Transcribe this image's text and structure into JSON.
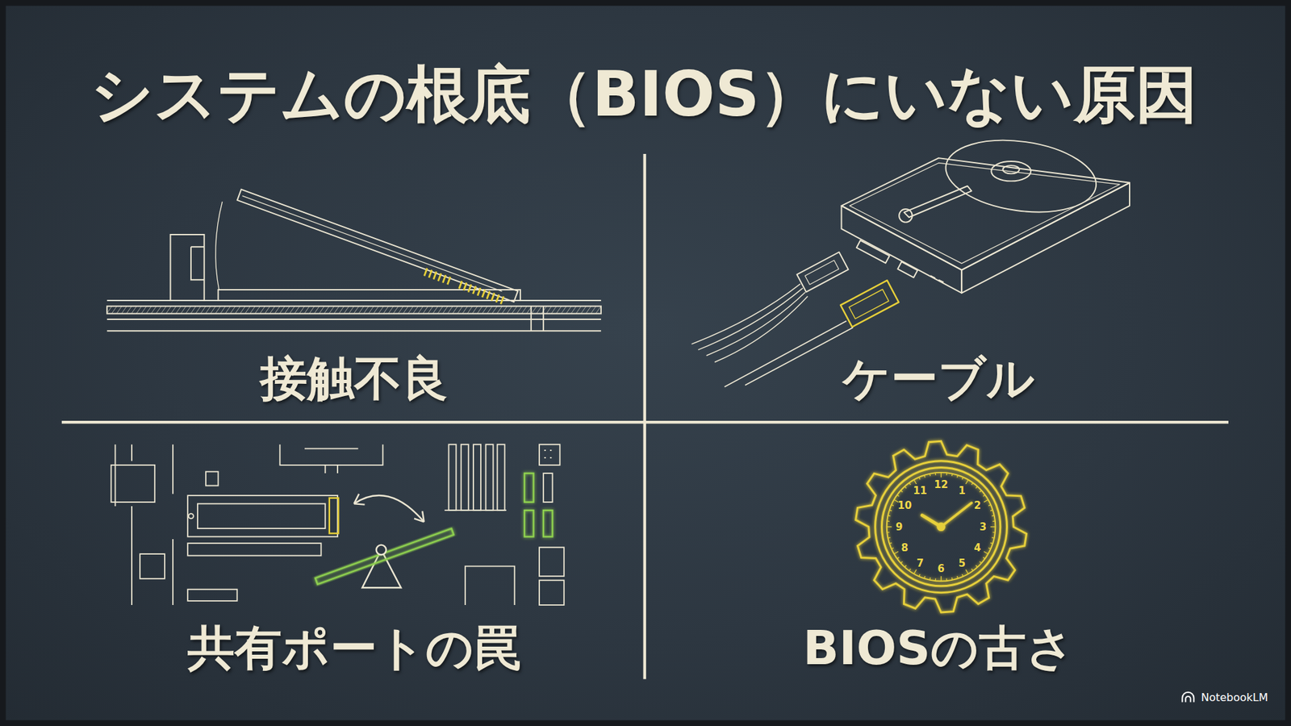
{
  "diagram": {
    "title": "システムの根底（BIOS）にいない原因",
    "labels": [
      "接触不良",
      "ケーブル",
      "共有ポートの罠",
      "BIOSの古さ",
      "12",
      "1",
      "2",
      "3",
      "4",
      "5",
      "6",
      "7",
      "8",
      "9",
      "10",
      "11",
      "NotebookLM"
    ]
  }
}
